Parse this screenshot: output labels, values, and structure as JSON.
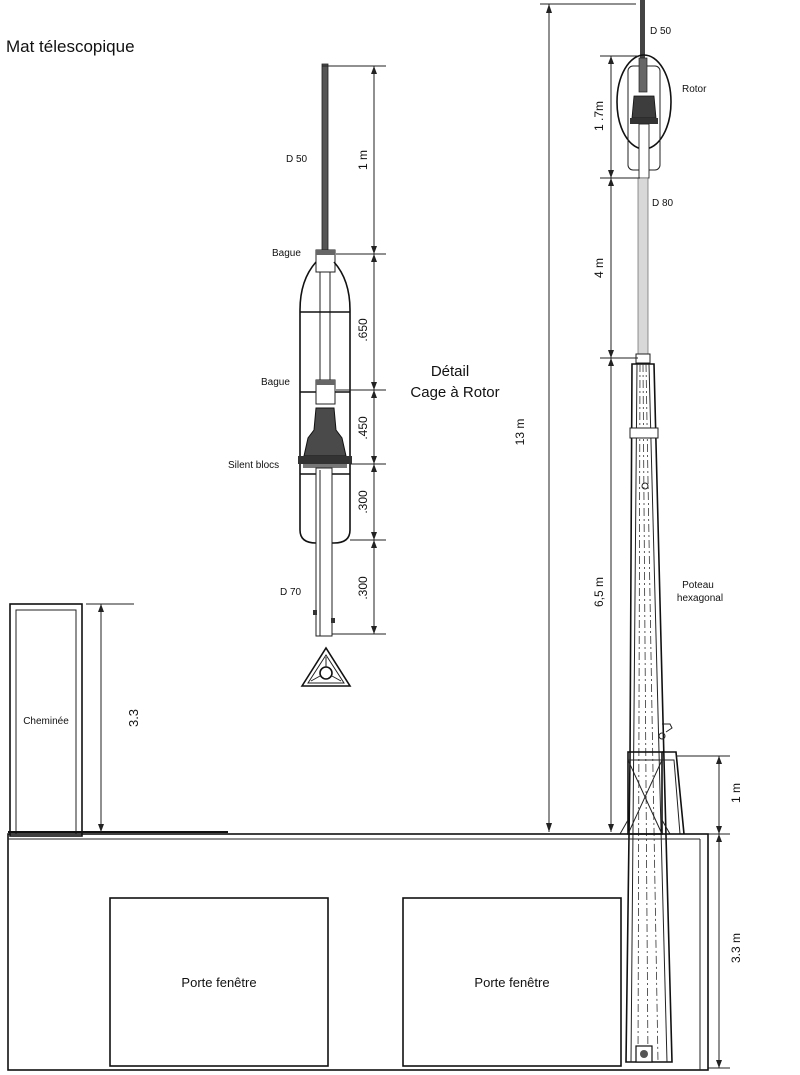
{
  "title": "Mat télescopique",
  "detail": {
    "heading_line1": "Détail",
    "heading_line2": "Cage à Rotor",
    "labels": {
      "d50": "D 50",
      "bague_top": "Bague",
      "bague_mid": "Bague",
      "silent_blocs": "Silent blocs",
      "d70": "D 70"
    },
    "dimensions": [
      "1 m",
      ".650",
      ".450",
      ".300",
      ".300"
    ]
  },
  "mast": {
    "labels": {
      "d50": "D 50",
      "rotor": "Rotor",
      "d80": "D 80",
      "poteau_line1": "Poteau",
      "poteau_line2": "hexagonal"
    },
    "dimensions": {
      "total": "13 m",
      "rotor_section": "1 .7m",
      "d80_section": "4  m",
      "poteau_section": "6,5 m",
      "bracket_height": "1 m",
      "wall_height": "3.3 m"
    }
  },
  "building": {
    "chimney_label": "Cheminée",
    "chimney_height": "3.3",
    "windows": [
      "Porte fenêtre",
      "Porte fenêtre"
    ]
  }
}
